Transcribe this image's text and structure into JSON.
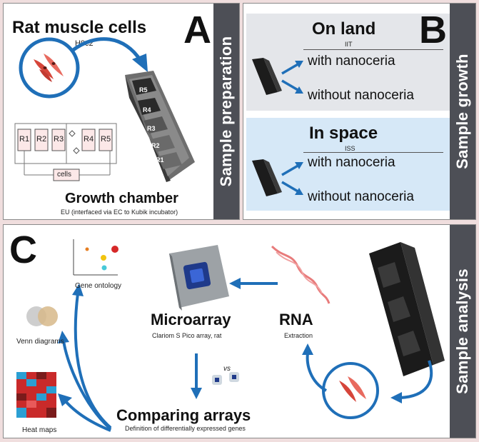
{
  "panels": {
    "a": {
      "letter": "A",
      "title": "Rat muscle cells",
      "cell_line": "H9c2",
      "chamber_title": "Growth chamber",
      "chamber_subtitle": "EU (interfaced via EC to Kubik incubator)",
      "reservoirs": [
        "R1",
        "R2",
        "R3",
        "R4",
        "R5"
      ],
      "cells_label": "cells",
      "device_labels": [
        "R5",
        "R4",
        "R3",
        "R2",
        "R1"
      ],
      "side_label": "Sample preparation"
    },
    "b": {
      "letter": "B",
      "land_title": "On land",
      "land_sub": "IIT",
      "space_title": "In space",
      "space_sub": "ISS",
      "with_label": "with nanoceria",
      "without_label": "without nanoceria",
      "side_label": "Sample growth"
    },
    "c": {
      "letter": "C",
      "microarray_title": "Microarray",
      "microarray_sub": "Clariom S Pico array, rat",
      "rna_title": "RNA",
      "rna_sub": "Extraction",
      "comparing_title": "Comparing arrays",
      "comparing_sub": "Definition of differentially expressed genes",
      "vs_label": "vs",
      "gene_ontology": "Gene ontology",
      "venn": "Venn diagrams",
      "heatmaps": "Heat maps",
      "side_label": "Sample analysis"
    }
  },
  "colors": {
    "arrow_blue": "#1f6fb8",
    "land_bg": "#e4e6ea",
    "space_bg": "#d6e8f7",
    "sidebar": "#4d4f56",
    "cell_red": "#d6453a"
  }
}
